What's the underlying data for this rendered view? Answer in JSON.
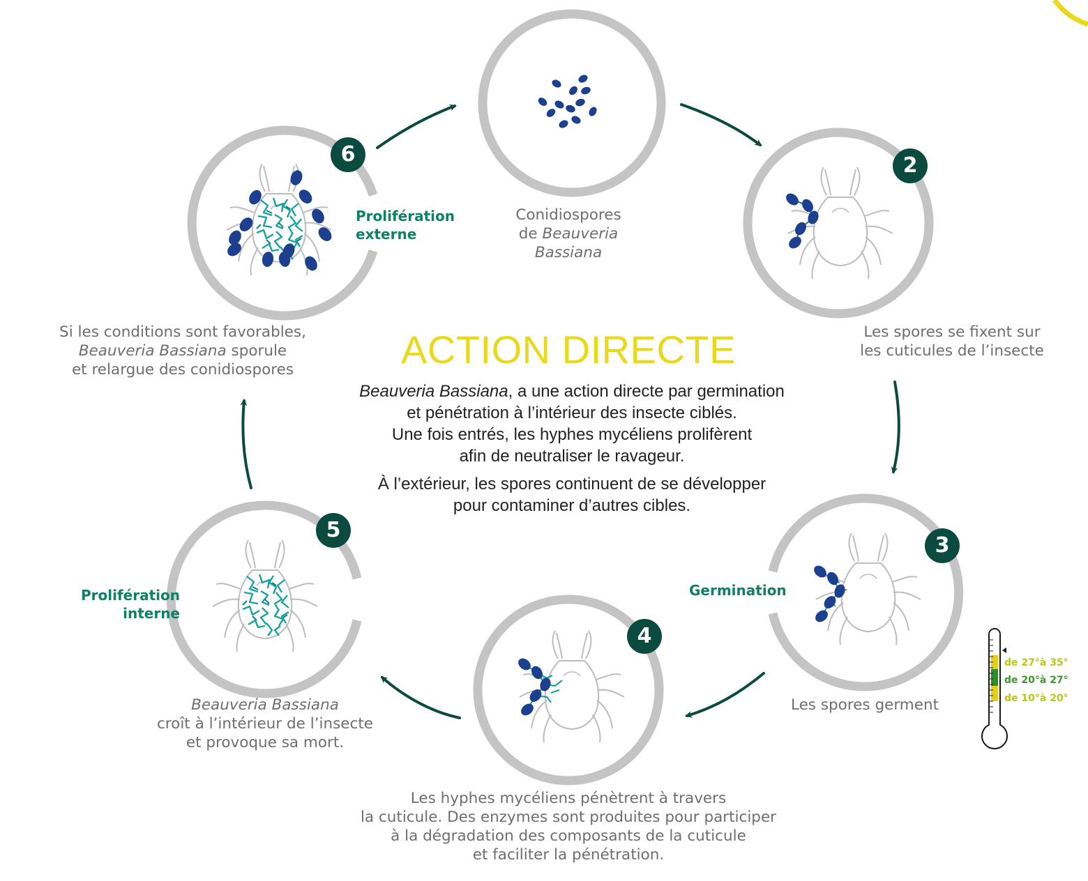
{
  "title": "ACTION DIRECTE",
  "intro": {
    "paragraph1": [
      {
        "italic": "Beauveria Bassiana",
        "rest": ", a une action directe par germination"
      },
      {
        "italic": "",
        "rest": "et pénétration à l’intérieur des insecte ciblés."
      },
      {
        "italic": "",
        "rest": "Une fois entrés, les hyphes mycéliens prolifèrent"
      },
      {
        "italic": "",
        "rest": "afin de neutraliser le ravageur."
      }
    ],
    "paragraph2": [
      "À l’extérieur, les spores continuent de se développer",
      "pour contaminer d’autres cibles."
    ]
  },
  "stages": {
    "s1": {
      "caption": [
        "Conidiospores",
        "de",
        "Beauveria",
        "Bassiana"
      ]
    },
    "s2": {
      "number": "2",
      "caption": [
        "Les spores se fixent sur",
        "les cuticules de l’insecte"
      ]
    },
    "s3": {
      "number": "3",
      "label": "Germination",
      "caption": "Les spores germent"
    },
    "s4": {
      "number": "4",
      "caption": [
        "Les hyphes mycéliens pénètrent à travers",
        "la cuticule. Des enzymes sont produites pour participer",
        "à la dégradation des composants de la cuticule",
        "et faciliter la pénétration."
      ]
    },
    "s5": {
      "number": "5",
      "label": [
        "Prolifération",
        "interne"
      ],
      "caption": [
        "Beauveria Bassiana",
        "croît à l’intérieur de l’insecte",
        "et provoque sa mort."
      ]
    },
    "s6": {
      "number": "6",
      "label": [
        "Prolifération",
        "externe"
      ],
      "caption": [
        "Si les conditions sont favorables,",
        "Beauveria Bassiana",
        " sporule",
        "et relargue des conidiospores"
      ]
    }
  },
  "thermometer": {
    "ranges": [
      {
        "label": "de 27°à 35°",
        "color": "#b7c81a"
      },
      {
        "label": "de 20°à 27°",
        "color": "#3a9a2e"
      },
      {
        "label": "de 10°à 20°",
        "color": "#b7c81a"
      }
    ]
  },
  "colors": {
    "accent_yellow": "#e8d91a",
    "dark_green": "#0b4a3e",
    "label_green": "#0f7f65",
    "spore_blue": "#1c3f8f",
    "hyphae_teal": "#17a3a3",
    "ring_gray": "#c4c4c4"
  }
}
